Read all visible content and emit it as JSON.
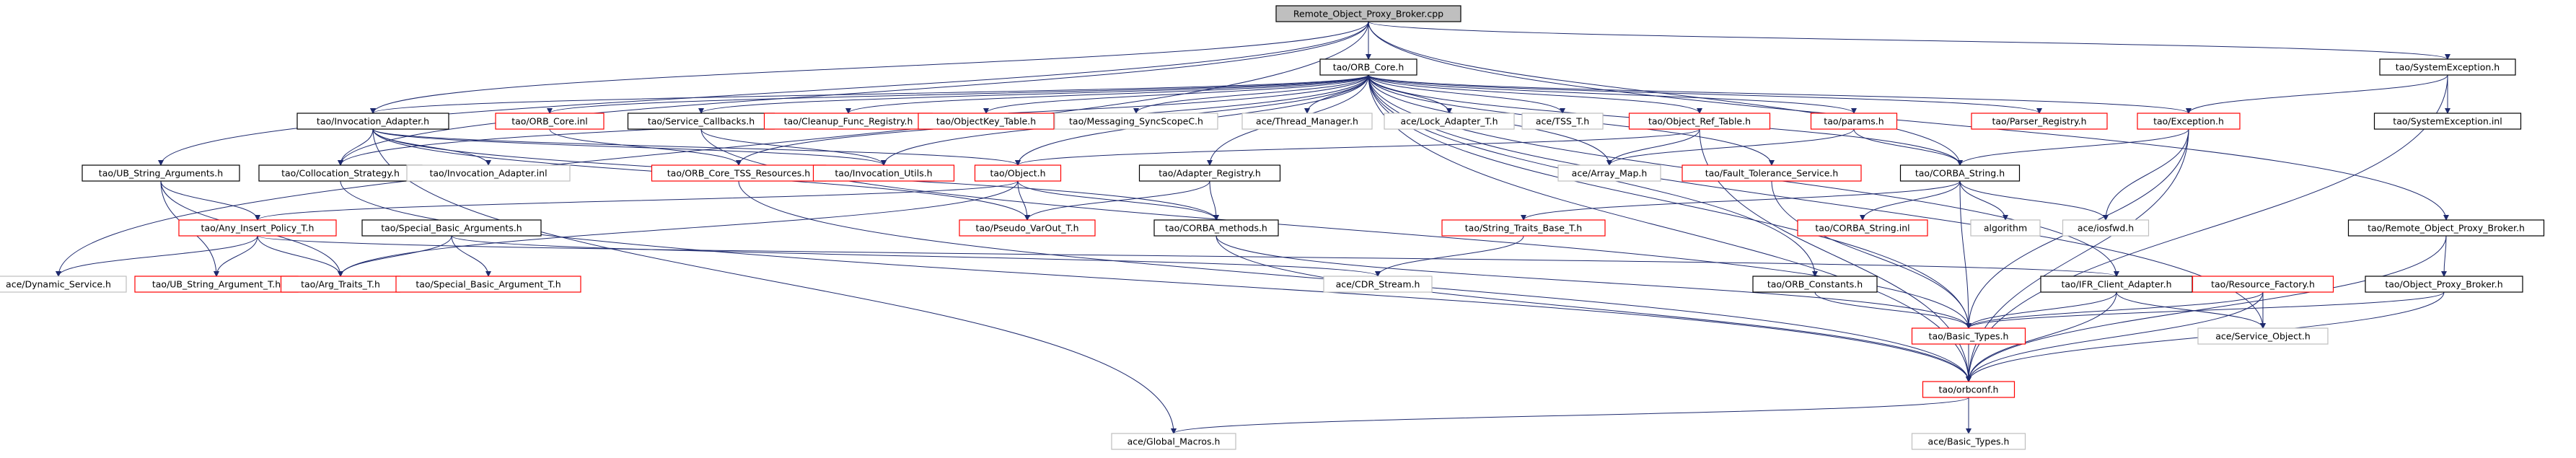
{
  "title": "Remote_Object_Proxy_Broker.cpp",
  "colors": {
    "root_fill": "#bfbfbf",
    "root_border": "#000000",
    "default_border": "#000000",
    "truncated_border": "#ff0000",
    "leaf_border": "#bfbfbf",
    "edge": "#1e2a6e"
  },
  "nodes": [
    {
      "id": "root",
      "label": "Remote_Object_Proxy_Broker.cpp",
      "style": "root"
    },
    {
      "id": "orb_core_h",
      "label": "tao/ORB_Core.h",
      "style": "normal"
    },
    {
      "id": "sysexc_h",
      "label": "tao/SystemException.h",
      "style": "normal"
    },
    {
      "id": "sysexc_inl",
      "label": "tao/SystemException.inl",
      "style": "normal"
    },
    {
      "id": "inv_adapter_h",
      "label": "tao/Invocation_Adapter.h",
      "style": "normal"
    },
    {
      "id": "orb_core_inl",
      "label": "tao/ORB_Core.inl",
      "style": "truncated"
    },
    {
      "id": "svc_cb_h",
      "label": "tao/Service_Callbacks.h",
      "style": "normal"
    },
    {
      "id": "cleanup_h",
      "label": "tao/Cleanup_Func_Registry.h",
      "style": "truncated"
    },
    {
      "id": "objkey_h",
      "label": "tao/ObjectKey_Table.h",
      "style": "truncated"
    },
    {
      "id": "msg_sync_h",
      "label": "tao/Messaging_SyncScopeC.h",
      "style": "leaf"
    },
    {
      "id": "thr_mgr_h",
      "label": "ace/Thread_Manager.h",
      "style": "leaf"
    },
    {
      "id": "lock_adapter_h",
      "label": "ace/Lock_Adapter_T.h",
      "style": "leaf"
    },
    {
      "id": "tss_t_h",
      "label": "ace/TSS_T.h",
      "style": "leaf"
    },
    {
      "id": "obj_ref_table_h",
      "label": "tao/Object_Ref_Table.h",
      "style": "truncated"
    },
    {
      "id": "params_h",
      "label": "tao/params.h",
      "style": "truncated"
    },
    {
      "id": "parser_reg_h",
      "label": "tao/Parser_Registry.h",
      "style": "truncated"
    },
    {
      "id": "exception_h",
      "label": "tao/Exception.h",
      "style": "truncated"
    },
    {
      "id": "ub_string_args_h",
      "label": "tao/UB_String_Arguments.h",
      "style": "normal"
    },
    {
      "id": "collocation_h",
      "label": "tao/Collocation_Strategy.h",
      "style": "normal"
    },
    {
      "id": "inv_adapter_inl",
      "label": "tao/Invocation_Adapter.inl",
      "style": "leaf"
    },
    {
      "id": "orb_core_tss_h",
      "label": "tao/ORB_Core_TSS_Resources.h",
      "style": "truncated"
    },
    {
      "id": "inv_utils_h",
      "label": "tao/Invocation_Utils.h",
      "style": "truncated"
    },
    {
      "id": "object_h",
      "label": "tao/Object.h",
      "style": "truncated"
    },
    {
      "id": "adapter_reg_h",
      "label": "tao/Adapter_Registry.h",
      "style": "normal"
    },
    {
      "id": "array_map_h",
      "label": "ace/Array_Map.h",
      "style": "leaf"
    },
    {
      "id": "ft_service_h",
      "label": "tao/Fault_Tolerance_Service.h",
      "style": "truncated"
    },
    {
      "id": "corba_string_h",
      "label": "tao/CORBA_String.h",
      "style": "normal"
    },
    {
      "id": "any_insert_h",
      "label": "tao/Any_Insert_Policy_T.h",
      "style": "truncated"
    },
    {
      "id": "special_basic_args_h",
      "label": "tao/Special_Basic_Arguments.h",
      "style": "normal"
    },
    {
      "id": "pseudo_varout_h",
      "label": "tao/Pseudo_VarOut_T.h",
      "style": "truncated"
    },
    {
      "id": "corba_methods_h",
      "label": "tao/CORBA_methods.h",
      "style": "normal"
    },
    {
      "id": "string_traits_h",
      "label": "tao/String_Traits_Base_T.h",
      "style": "truncated"
    },
    {
      "id": "corba_string_inl",
      "label": "tao/CORBA_String.inl",
      "style": "truncated"
    },
    {
      "id": "algorithm",
      "label": "algorithm",
      "style": "leaf"
    },
    {
      "id": "iosfwd_h",
      "label": "ace/iosfwd.h",
      "style": "leaf"
    },
    {
      "id": "rop_broker_h",
      "label": "tao/Remote_Object_Proxy_Broker.h",
      "style": "normal"
    },
    {
      "id": "dynamic_service_h",
      "label": "ace/Dynamic_Service.h",
      "style": "leaf"
    },
    {
      "id": "ub_string_arg_t_h",
      "label": "tao/UB_String_Argument_T.h",
      "style": "truncated"
    },
    {
      "id": "arg_traits_h",
      "label": "tao/Arg_Traits_T.h",
      "style": "truncated"
    },
    {
      "id": "special_basic_arg_t_h",
      "label": "tao/Special_Basic_Argument_T.h",
      "style": "truncated"
    },
    {
      "id": "cdr_stream_h",
      "label": "ace/CDR_Stream.h",
      "style": "leaf"
    },
    {
      "id": "orb_constants_h",
      "label": "tao/ORB_Constants.h",
      "style": "normal"
    },
    {
      "id": "ifr_client_h",
      "label": "tao/IFR_Client_Adapter.h",
      "style": "normal"
    },
    {
      "id": "resource_factory_h",
      "label": "tao/Resource_Factory.h",
      "style": "truncated"
    },
    {
      "id": "object_proxy_broker_h",
      "label": "tao/Object_Proxy_Broker.h",
      "style": "normal"
    },
    {
      "id": "basic_types_tao_h",
      "label": "tao/Basic_Types.h",
      "style": "truncated"
    },
    {
      "id": "service_object_h",
      "label": "ace/Service_Object.h",
      "style": "leaf"
    },
    {
      "id": "orbconf_h",
      "label": "tao/orbconf.h",
      "style": "truncated"
    },
    {
      "id": "global_macros_h",
      "label": "ace/Global_Macros.h",
      "style": "leaf"
    },
    {
      "id": "basic_types_ace_h",
      "label": "ace/Basic_Types.h",
      "style": "leaf"
    }
  ],
  "edges": [
    [
      "root",
      "orb_core_h"
    ],
    [
      "root",
      "sysexc_h"
    ],
    [
      "root",
      "ub_string_args_h"
    ],
    [
      "root",
      "dynamic_service_h"
    ],
    [
      "root",
      "collocation_h"
    ],
    [
      "root",
      "inv_adapter_h"
    ],
    [
      "root",
      "rop_broker_h"
    ],
    [
      "root",
      "corba_string_h"
    ],
    [
      "orb_core_h",
      "inv_adapter_h"
    ],
    [
      "orb_core_h",
      "orb_core_inl"
    ],
    [
      "orb_core_h",
      "svc_cb_h"
    ],
    [
      "orb_core_h",
      "cleanup_h"
    ],
    [
      "orb_core_h",
      "objkey_h"
    ],
    [
      "orb_core_h",
      "msg_sync_h"
    ],
    [
      "orb_core_h",
      "thr_mgr_h"
    ],
    [
      "orb_core_h",
      "lock_adapter_h"
    ],
    [
      "orb_core_h",
      "tss_t_h"
    ],
    [
      "orb_core_h",
      "obj_ref_table_h"
    ],
    [
      "orb_core_h",
      "params_h"
    ],
    [
      "orb_core_h",
      "parser_reg_h"
    ],
    [
      "orb_core_h",
      "exception_h"
    ],
    [
      "orb_core_h",
      "object_h"
    ],
    [
      "orb_core_h",
      "adapter_reg_h"
    ],
    [
      "orb_core_h",
      "orb_core_tss_h"
    ],
    [
      "orb_core_h",
      "inv_utils_h"
    ],
    [
      "orb_core_h",
      "array_map_h"
    ],
    [
      "orb_core_h",
      "ft_service_h"
    ],
    [
      "orb_core_h",
      "corba_string_h"
    ],
    [
      "orb_core_h",
      "collocation_h"
    ],
    [
      "orb_core_h",
      "orb_constants_h"
    ],
    [
      "orb_core_h",
      "ifr_client_h"
    ],
    [
      "orb_core_h",
      "service_object_h"
    ],
    [
      "orb_core_h",
      "basic_types_tao_h"
    ],
    [
      "orb_core_h",
      "orbconf_h"
    ],
    [
      "sysexc_h",
      "sysexc_inl"
    ],
    [
      "sysexc_h",
      "exception_h"
    ],
    [
      "sysexc_h",
      "orbconf_h"
    ],
    [
      "inv_adapter_h",
      "collocation_h"
    ],
    [
      "inv_adapter_h",
      "inv_adapter_inl"
    ],
    [
      "inv_adapter_h",
      "inv_utils_h"
    ],
    [
      "inv_adapter_h",
      "object_h"
    ],
    [
      "inv_adapter_h",
      "corba_methods_h"
    ],
    [
      "inv_adapter_h",
      "global_macros_h"
    ],
    [
      "inv_adapter_h",
      "pseudo_varout_h"
    ],
    [
      "orb_core_inl",
      "orb_core_tss_h"
    ],
    [
      "svc_cb_h",
      "inv_utils_h"
    ],
    [
      "svc_cb_h",
      "basic_types_tao_h"
    ],
    [
      "obj_ref_table_h",
      "object_h"
    ],
    [
      "obj_ref_table_h",
      "array_map_h"
    ],
    [
      "obj_ref_table_h",
      "orbconf_h"
    ],
    [
      "params_h",
      "corba_string_h"
    ],
    [
      "params_h",
      "array_map_h"
    ],
    [
      "exception_h",
      "corba_string_h"
    ],
    [
      "exception_h",
      "iosfwd_h"
    ],
    [
      "exception_h",
      "basic_types_tao_h"
    ],
    [
      "exception_h",
      "orbconf_h"
    ],
    [
      "ub_string_args_h",
      "any_insert_h"
    ],
    [
      "ub_string_args_h",
      "ub_string_arg_t_h"
    ],
    [
      "ub_string_args_h",
      "arg_traits_h"
    ],
    [
      "collocation_h",
      "orbconf_h"
    ],
    [
      "orb_core_tss_h",
      "orbconf_h"
    ],
    [
      "object_h",
      "any_insert_h"
    ],
    [
      "object_h",
      "pseudo_varout_h"
    ],
    [
      "object_h",
      "corba_methods_h"
    ],
    [
      "object_h",
      "arg_traits_h"
    ],
    [
      "adapter_reg_h",
      "pseudo_varout_h"
    ],
    [
      "adapter_reg_h",
      "corba_methods_h"
    ],
    [
      "ft_service_h",
      "basic_types_tao_h"
    ],
    [
      "corba_string_h",
      "string_traits_h"
    ],
    [
      "corba_string_h",
      "corba_string_inl"
    ],
    [
      "corba_string_h",
      "algorithm"
    ],
    [
      "corba_string_h",
      "iosfwd_h"
    ],
    [
      "corba_string_h",
      "basic_types_tao_h"
    ],
    [
      "any_insert_h",
      "dynamic_service_h"
    ],
    [
      "any_insert_h",
      "ub_string_arg_t_h"
    ],
    [
      "any_insert_h",
      "arg_traits_h"
    ],
    [
      "any_insert_h",
      "ifr_client_h"
    ],
    [
      "special_basic_args_h",
      "arg_traits_h"
    ],
    [
      "special_basic_args_h",
      "special_basic_arg_t_h"
    ],
    [
      "special_basic_args_h",
      "cdr_stream_h"
    ],
    [
      "corba_methods_h",
      "basic_types_tao_h"
    ],
    [
      "corba_methods_h",
      "orbconf_h"
    ],
    [
      "string_traits_h",
      "cdr_stream_h"
    ],
    [
      "orb_constants_h",
      "basic_types_tao_h"
    ],
    [
      "ifr_client_h",
      "basic_types_tao_h"
    ],
    [
      "ifr_client_h",
      "service_object_h"
    ],
    [
      "ifr_client_h",
      "orbconf_h"
    ],
    [
      "resource_factory_h",
      "basic_types_tao_h"
    ],
    [
      "resource_factory_h",
      "service_object_h"
    ],
    [
      "resource_factory_h",
      "orbconf_h"
    ],
    [
      "rop_broker_h",
      "object_proxy_broker_h"
    ],
    [
      "rop_broker_h",
      "orbconf_h"
    ],
    [
      "object_proxy_broker_h",
      "basic_types_tao_h"
    ],
    [
      "object_proxy_broker_h",
      "orbconf_h"
    ],
    [
      "basic_types_tao_h",
      "orbconf_h"
    ],
    [
      "orbconf_h",
      "global_macros_h"
    ],
    [
      "orbconf_h",
      "basic_types_ace_h"
    ]
  ]
}
